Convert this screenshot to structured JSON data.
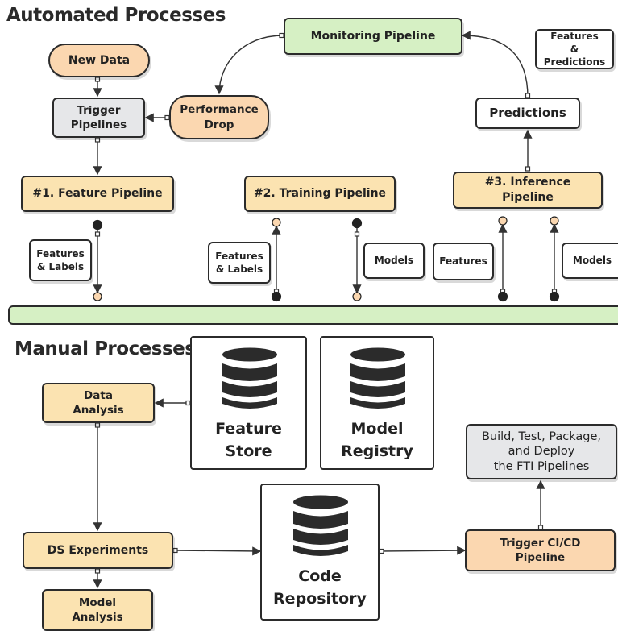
{
  "sections": {
    "automated_title": "Automated Processes",
    "manual_title": "Manual Processes"
  },
  "nodes": {
    "new_data": "New Data",
    "monitoring_pipeline": "Monitoring Pipeline",
    "trigger_pipelines": "Trigger\nPipelines",
    "performance_drop": "Performance\nDrop",
    "predictions": "Predictions",
    "features_predictions": "Features\n& Predictions",
    "feature_pipeline": "#1. Feature Pipeline",
    "training_pipeline": "#2. Training Pipeline",
    "inference_pipeline": "#3. Inference Pipeline",
    "data_analysis": "Data\nAnalysis",
    "ds_experiments": "DS Experiments",
    "model_analysis": "Model\nAnalysis",
    "build_deploy": "Build, Test, Package,\nand Deploy\nthe FTI Pipelines",
    "trigger_cicd": "Trigger CI/CD\nPipeline"
  },
  "data_labels": {
    "fp_features_labels": "Features\n& Labels",
    "tp_features_labels": "Features\n& Labels",
    "tp_models": "Models",
    "ip_features": "Features",
    "ip_models": "Models"
  },
  "storage": {
    "feature_store": "Feature\nStore",
    "model_registry": "Model\nRegistry",
    "code_repository": "Code\nRepository"
  },
  "colors": {
    "orange": "#fbd7b0",
    "green": "#d6f0c4",
    "yellow": "#fbe3b1",
    "grey": "#e6e7e9",
    "dark": "#2b2b2b"
  },
  "icons": {
    "storage": "database-icon"
  }
}
